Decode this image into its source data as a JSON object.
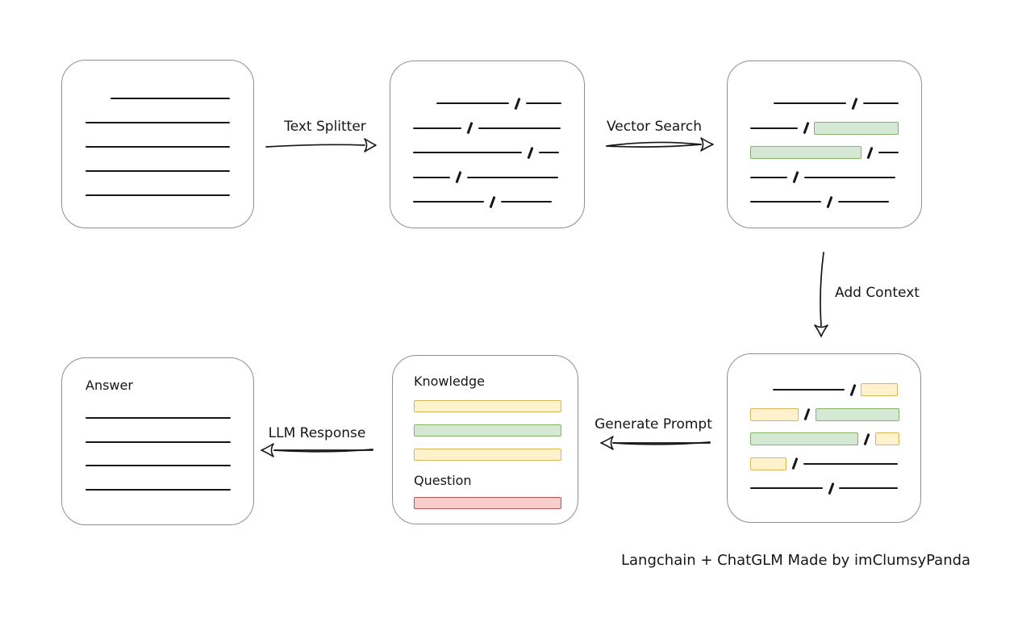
{
  "caption": "Langchain + ChatGLM Made by imClumsyPanda",
  "colors": {
    "ink": "#161616",
    "box_border": "#8f8f8f",
    "yellow_fill": "#fff2cc",
    "yellow_border": "#d6b656",
    "green_fill": "#d5e8d4",
    "green_border": "#82b366",
    "red_fill": "#f8cecc",
    "red_border": "#b85450"
  },
  "arrows": {
    "text_splitter": {
      "label": "Text Splitter",
      "direction": "right"
    },
    "vector_search": {
      "label": "Vector Search",
      "direction": "right"
    },
    "add_context": {
      "label": "Add Context",
      "direction": "down"
    },
    "generate_prompt": {
      "label": "Generate Prompt",
      "direction": "left"
    },
    "llm_response": {
      "label": "LLM Response",
      "direction": "left"
    }
  },
  "boxes": {
    "document": {
      "role": "source-document",
      "lines": [
        {
          "w": 150,
          "indent": 31
        },
        {
          "w": 180
        },
        {
          "w": 180
        },
        {
          "w": 180
        },
        {
          "w": 180
        }
      ]
    },
    "split_chunks": {
      "role": "text-split-into-chunks",
      "rows": [
        {
          "indent": 29,
          "segs": [
            {
              "t": "line",
              "w": 92
            },
            {
              "t": "slash"
            },
            {
              "t": "line",
              "w": 45
            }
          ]
        },
        {
          "segs": [
            {
              "t": "line",
              "w": 60
            },
            {
              "t": "slash"
            },
            {
              "t": "line",
              "w": 102
            }
          ]
        },
        {
          "segs": [
            {
              "t": "line",
              "w": 135
            },
            {
              "t": "slash"
            },
            {
              "t": "line",
              "w": 25
            }
          ]
        },
        {
          "segs": [
            {
              "t": "line",
              "w": 46
            },
            {
              "t": "slash"
            },
            {
              "t": "line",
              "w": 113
            }
          ]
        },
        {
          "segs": [
            {
              "t": "line",
              "w": 88
            },
            {
              "t": "slash"
            },
            {
              "t": "line",
              "w": 63
            }
          ]
        }
      ]
    },
    "matched_chunks": {
      "role": "vector-search-matches-highlighted-green",
      "rows": [
        {
          "indent": 29,
          "segs": [
            {
              "t": "line",
              "w": 92
            },
            {
              "t": "slash"
            },
            {
              "t": "line",
              "w": 45
            }
          ]
        },
        {
          "segs": [
            {
              "t": "line",
              "w": 60
            },
            {
              "t": "slash"
            },
            {
              "t": "green",
              "w": 105
            }
          ]
        },
        {
          "segs": [
            {
              "t": "green",
              "w": 138
            },
            {
              "t": "slash"
            },
            {
              "t": "line",
              "w": 25
            }
          ]
        },
        {
          "segs": [
            {
              "t": "line",
              "w": 46
            },
            {
              "t": "slash"
            },
            {
              "t": "line",
              "w": 113
            }
          ]
        },
        {
          "segs": [
            {
              "t": "line",
              "w": 88
            },
            {
              "t": "slash"
            },
            {
              "t": "line",
              "w": 63
            }
          ]
        }
      ]
    },
    "context_chunks": {
      "role": "context-chunks-green-and-yellow",
      "rows": [
        {
          "indent": 28,
          "segs": [
            {
              "t": "line",
              "w": 90
            },
            {
              "t": "slash"
            },
            {
              "t": "yellow",
              "w": 46
            }
          ]
        },
        {
          "segs": [
            {
              "t": "yellow",
              "w": 60
            },
            {
              "t": "slash"
            },
            {
              "t": "green",
              "w": 104
            }
          ]
        },
        {
          "segs": [
            {
              "t": "green",
              "w": 134
            },
            {
              "t": "slash"
            },
            {
              "t": "yellow",
              "w": 30
            }
          ]
        },
        {
          "segs": [
            {
              "t": "yellow",
              "w": 45
            },
            {
              "t": "slash"
            },
            {
              "t": "line",
              "w": 118
            }
          ]
        },
        {
          "segs": [
            {
              "t": "line",
              "w": 90
            },
            {
              "t": "slash"
            },
            {
              "t": "line",
              "w": 73
            }
          ]
        }
      ]
    },
    "prompt": {
      "knowledge_label": "Knowledge",
      "question_label": "Question",
      "knowledge_bars": [
        "yellow",
        "green",
        "yellow"
      ],
      "question_bars": [
        "red"
      ]
    },
    "answer": {
      "label": "Answer",
      "lines": [
        {
          "w": 180
        },
        {
          "w": 180
        },
        {
          "w": 180
        },
        {
          "w": 180
        }
      ]
    }
  }
}
